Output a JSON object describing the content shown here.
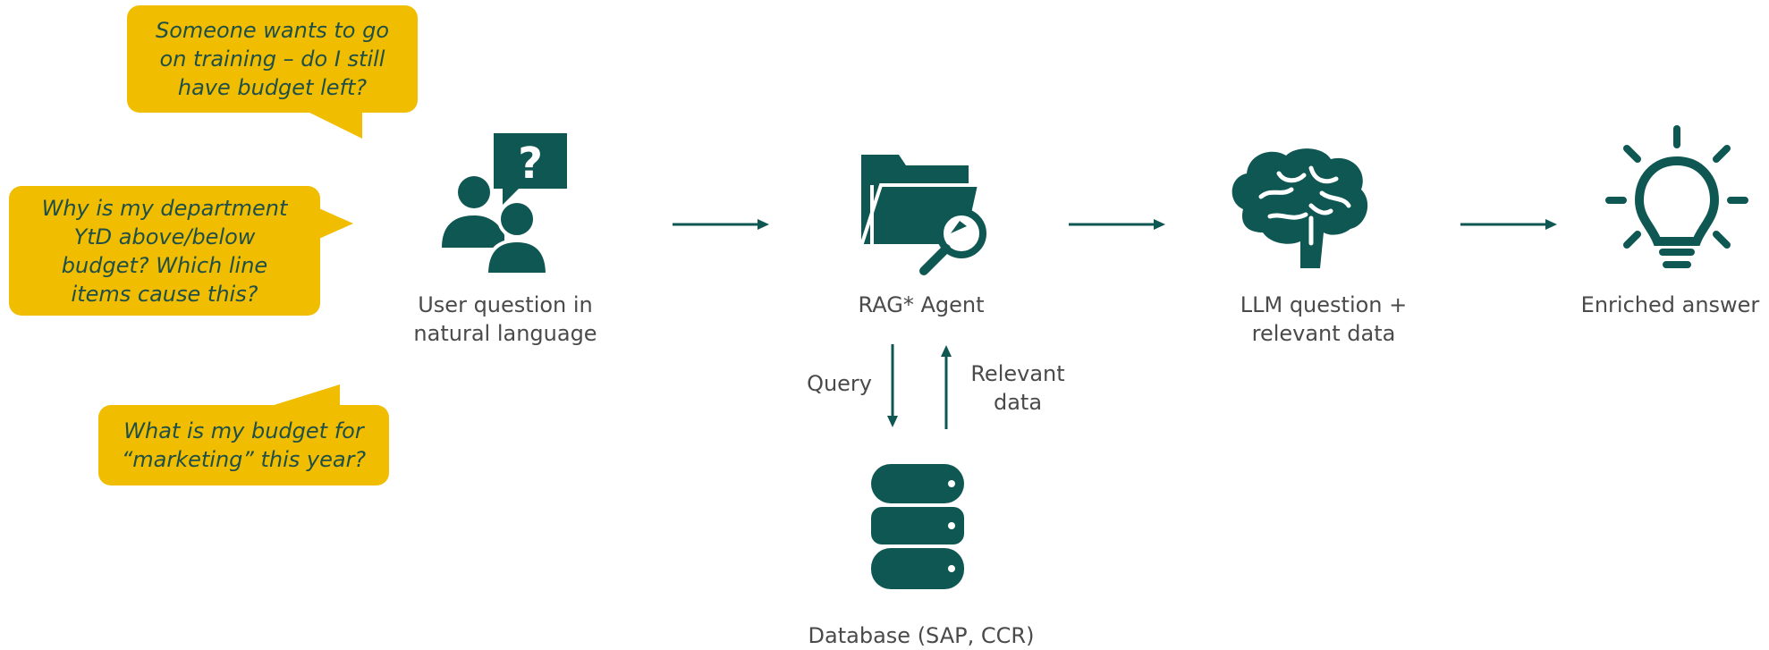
{
  "colors": {
    "icon": "#0f5752",
    "bubble": "#f0bd00",
    "bubble_text": "#1f4f48",
    "label_text": "#4a4a4a"
  },
  "bubbles": {
    "b1": "Someone wants to go\non training – do I still\nhave budget left?",
    "b2": "Why is my department\nYtD above/below\nbudget? Which line\nitems cause this?",
    "b3": "What is my budget for\n“marketing” this year?"
  },
  "labels": {
    "user": "User question in\nnatural language",
    "rag": "RAG* Agent",
    "llm": "LLM question +\nrelevant data",
    "answer": "Enriched answer",
    "query": "Query",
    "relevant": "Relevant\ndata",
    "database": "Database (SAP, CCR)"
  },
  "icons": [
    "people-question-icon",
    "folder-search-icon",
    "brain-icon",
    "lightbulb-icon",
    "database-icon"
  ]
}
